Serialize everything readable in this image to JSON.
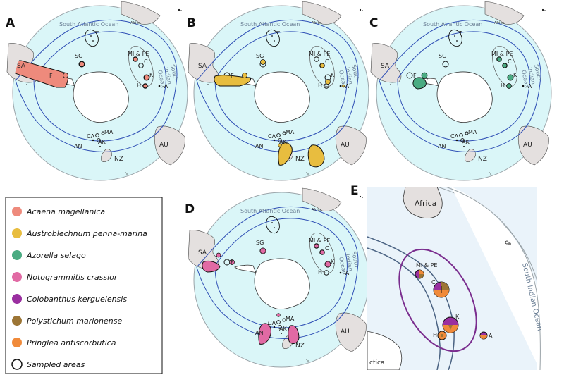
{
  "panels": {
    "A": {
      "letter": "A",
      "color": "#ee8a7c"
    },
    "B": {
      "letter": "B",
      "color": "#e8bd3f"
    },
    "C": {
      "letter": "C",
      "color": "#4aab82"
    },
    "D": {
      "letter": "D",
      "color": "#e16aa4"
    },
    "E": {
      "letter": "E"
    }
  },
  "map_labels": {
    "south_atlantic": "South Atlantic Ocean",
    "africa": "Africa",
    "south": "South",
    "indian": "Indian",
    "ocean": "Ocean",
    "sa": "SA",
    "au": "AU",
    "nz": "NZ",
    "sg": "SG",
    "t": "T",
    "f": "F",
    "mipe": "MI & PE",
    "c": "C",
    "k": "K",
    "h": "H",
    "a": "-A",
    "ca": "CA",
    "ma": "MA",
    "an": "AN",
    "ak": "AK"
  },
  "inset_labels": {
    "africa": "Africa",
    "south_indian_ocean": "South Indian Ocean",
    "mipe": "MI & PE",
    "c": "C",
    "k": "K",
    "h": "H",
    "a": "A",
    "antarctica_fragment": "ctica"
  },
  "legend": {
    "items": [
      {
        "name": "Acaena magellanica",
        "color": "#ee8a7c"
      },
      {
        "name": "Austroblechnum penna-marina",
        "color": "#e8bd3f"
      },
      {
        "name": "Azorella selago",
        "color": "#4aab82"
      },
      {
        "name": "Notogrammitis crassior",
        "color": "#e16aa4"
      },
      {
        "name": "Colobanthus kerguelensis",
        "color": "#9a2fa0"
      },
      {
        "name": "Polystichum marionense",
        "color": "#9c7535"
      },
      {
        "name": "Pringlea antiscorbutica",
        "color": "#f08a3a"
      }
    ],
    "sampled": "Sampled areas"
  },
  "colors": {
    "ocean": "#daf6f8",
    "land": "#e4e0df",
    "front": "#2f4fb5",
    "outline": "#111111",
    "inset_bg": "#eaf3fa",
    "ellipse_inset": "#7a2d8e"
  }
}
